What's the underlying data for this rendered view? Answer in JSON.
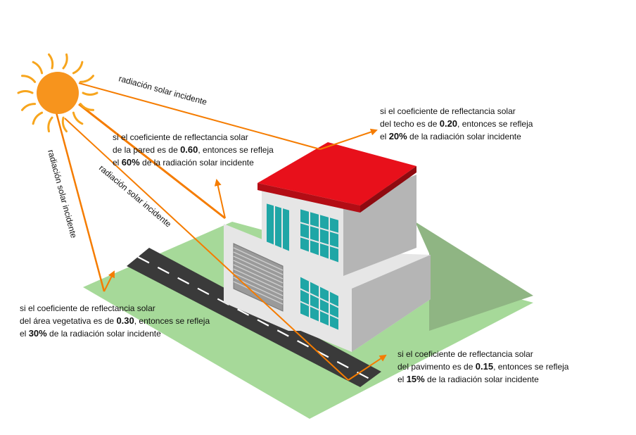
{
  "colors": {
    "sun": "#f7941d",
    "sun_ray": "#f7a51d",
    "ray": "#f57c00",
    "ground": "#a6d999",
    "shadow": "#8fb583",
    "road": "#3a3a3a",
    "roof": "#e8101b",
    "wall": "#e6e6e6",
    "wall_dark": "#b5b5b5",
    "glass": "#1fa6a6"
  },
  "rays": {
    "roof": "radiación solar incidente",
    "wall": "radiación solar incidente",
    "vegetation": "radiación solar incidente"
  },
  "notes": {
    "wall": {
      "line1": "si el coeficiente de reflectancia solar",
      "line2_pre": "de la pared es de ",
      "value": "0.60",
      "line2_post": ", entonces se refleja",
      "line3_pre": "el ",
      "percent": "60%",
      "line3_post": " de la radiación solar incidente"
    },
    "roof": {
      "line1": "si el coeficiente de reflectancia solar",
      "line2_pre": "del techo es de ",
      "value": "0.20",
      "line2_post": ", entonces se refleja",
      "line3_pre": "el ",
      "percent": "20%",
      "line3_post": " de la radiación solar incidente"
    },
    "vegetation": {
      "line1": "si el coeficiente de reflectancia solar",
      "line2_pre": "del área vegetativa es de ",
      "value": "0.30",
      "line2_post": ", entonces se refleja",
      "line3_pre": "el ",
      "percent": "30%",
      "line3_post": " de la radiación solar incidente"
    },
    "pavement": {
      "line1": "si el coeficiente de reflectancia solar",
      "line2_pre": "del pavimento es de ",
      "value": "0.15",
      "line2_post": ", entonces se refleja",
      "line3_pre": "el ",
      "percent": "15%",
      "line3_post": " de la radiación solar incidente"
    }
  }
}
